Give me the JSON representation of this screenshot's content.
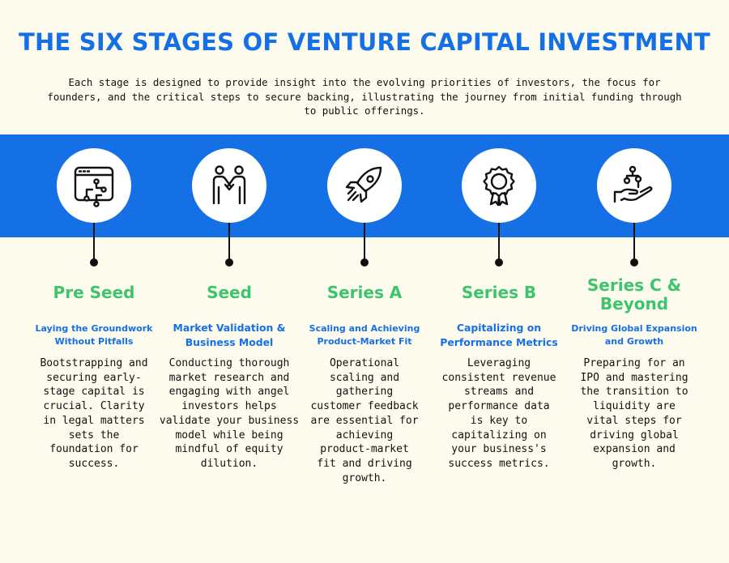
{
  "title": "THE SIX STAGES OF VENTURE CAPITAL INVESTMENT",
  "intro": "Each stage is designed to provide insight into the evolving priorities of investors, the focus for founders, and the critical steps to secure backing, illustrating the journey from initial funding through to public offerings.",
  "colors": {
    "accent_blue": "#1570e6",
    "stage_green": "#3ec46d",
    "background": "#fdfbee"
  },
  "stages": [
    {
      "name": "Pre Seed",
      "icon": "browser-circuit-icon",
      "subtitle": "Laying the Groundwork Without Pitfalls",
      "body": "Bootstrapping and securing early-stage capital is crucial. Clarity in legal matters sets the foundation for success."
    },
    {
      "name": "Seed",
      "icon": "handshake-icon",
      "subtitle": "Market Validation & Business Model",
      "body": "Conducting thorough market research and engaging with angel investors helps validate your business model while being mindful of equity dilution."
    },
    {
      "name": "Series A",
      "icon": "rocket-icon",
      "subtitle": "Scaling and Achieving Product-Market Fit",
      "body": "Operational scaling and gathering customer feedback are essential for achieving product-market fit and driving growth."
    },
    {
      "name": "Series B",
      "icon": "award-badge-icon",
      "subtitle": "Capitalizing on Performance Metrics",
      "body": "Leveraging consistent revenue streams and performance data is key to capitalizing on your business's success metrics."
    },
    {
      "name": "Series C & Beyond",
      "icon": "hand-network-icon",
      "subtitle": "Driving Global Expansion and Growth",
      "body": "Preparing for an IPO and mastering the transition to liquidity are vital steps for driving global expansion and growth."
    }
  ]
}
